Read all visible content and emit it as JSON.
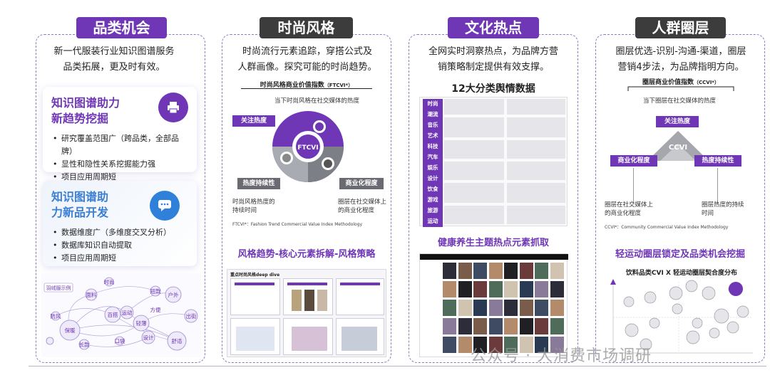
{
  "columns": [
    {
      "tag": "品类机会",
      "desc": [
        "新一代服装行业知识图谱服务",
        "品类拓展，更及时有效。"
      ],
      "cards": [
        {
          "title": [
            "知识图谱助力",
            "新趋势挖掘"
          ],
          "icon": "printer-icon",
          "bullets": [
            "研究覆盖范围广（跨品类，全部品牌）",
            "显性和隐性关系挖掘能力强",
            "项目应用周期短"
          ]
        },
        {
          "title": [
            "知识图谱助",
            "力新品开发"
          ],
          "icon": "chat-icon",
          "bullets": [
            "数据维度广（多维度交叉分析）",
            "数据库知识自动提取",
            "项目应用周期短"
          ]
        }
      ],
      "graph": {
        "label": "羽绒服示例",
        "nodes": [
          "保暖",
          "轻薄",
          "舒适",
          "户外",
          "百搭",
          "出街",
          "方便",
          "运动",
          "面料",
          "设计",
          "短款",
          "长款",
          "时尚",
          "防风",
          "口袋"
        ]
      }
    },
    {
      "tag": "时尚风格",
      "desc": [
        "时尚流行元素追踪，穿搭公式及",
        "人群画像。探究可能的时尚趋势。"
      ],
      "index_title": "时尚风格商业价值指数",
      "index_abbr": "（FTCVI*）",
      "top_note": "当下时尚风格在社交媒体的热度",
      "center": "FTCVI",
      "pills": [
        "关注热度",
        "热度持续性",
        "商业化程度"
      ],
      "left_note": [
        "时尚风格热度的",
        "持续时间"
      ],
      "right_note": [
        "圈层在社交媒体上",
        "的商业化程度"
      ],
      "footnote": "FTCVI*：Fashion Trend Commercial Value Index Methodology",
      "section_title": "风格趋势-核心元素拆解-风格策略",
      "thumb_header": "重点时尚风格deep dive"
    },
    {
      "tag": "文化热点",
      "desc": [
        "全网实时洞察热点，为品牌方营",
        "销策略制定提供有效支撑。"
      ],
      "table_title": "12大分类舆情数据",
      "categories": [
        "时尚",
        "潮流",
        "音乐",
        "艺术",
        "科技",
        "汽车",
        "娱乐",
        "设计",
        "饮食",
        "游戏",
        "旅游",
        "运动"
      ],
      "section_title": "健康养生主题热点元素抓取"
    },
    {
      "tag": "人群圈层",
      "desc": [
        "圈层优选-识别-沟通-渠道，圈层",
        "营销4步法，为品牌指明方向。"
      ],
      "index_title": "圈层商业价值指数",
      "index_abbr": "（CCVI*）",
      "top_note": "当下圈层在社交媒体的热度",
      "center": "CCVI",
      "pills": [
        "关注热度",
        "商业化程度",
        "热度持续性"
      ],
      "left_note": [
        "圈层在社交媒体上",
        "的商业化程度"
      ],
      "right_note": [
        "圈层热度的持续",
        "时间"
      ],
      "footnote": "CCVI*：Community Commercial Value Index Methodology",
      "section_title": "轻运动圈层锁定及品类机会挖掘",
      "chart_title": "饮料品类CVI X 轻运动圈层契合度分布"
    }
  ],
  "watermark": "公众号 · 大消费市场调研",
  "colors": {
    "primary": "#6f36b6",
    "dark": "#3c3c3c",
    "border": "#8e7bc4"
  }
}
